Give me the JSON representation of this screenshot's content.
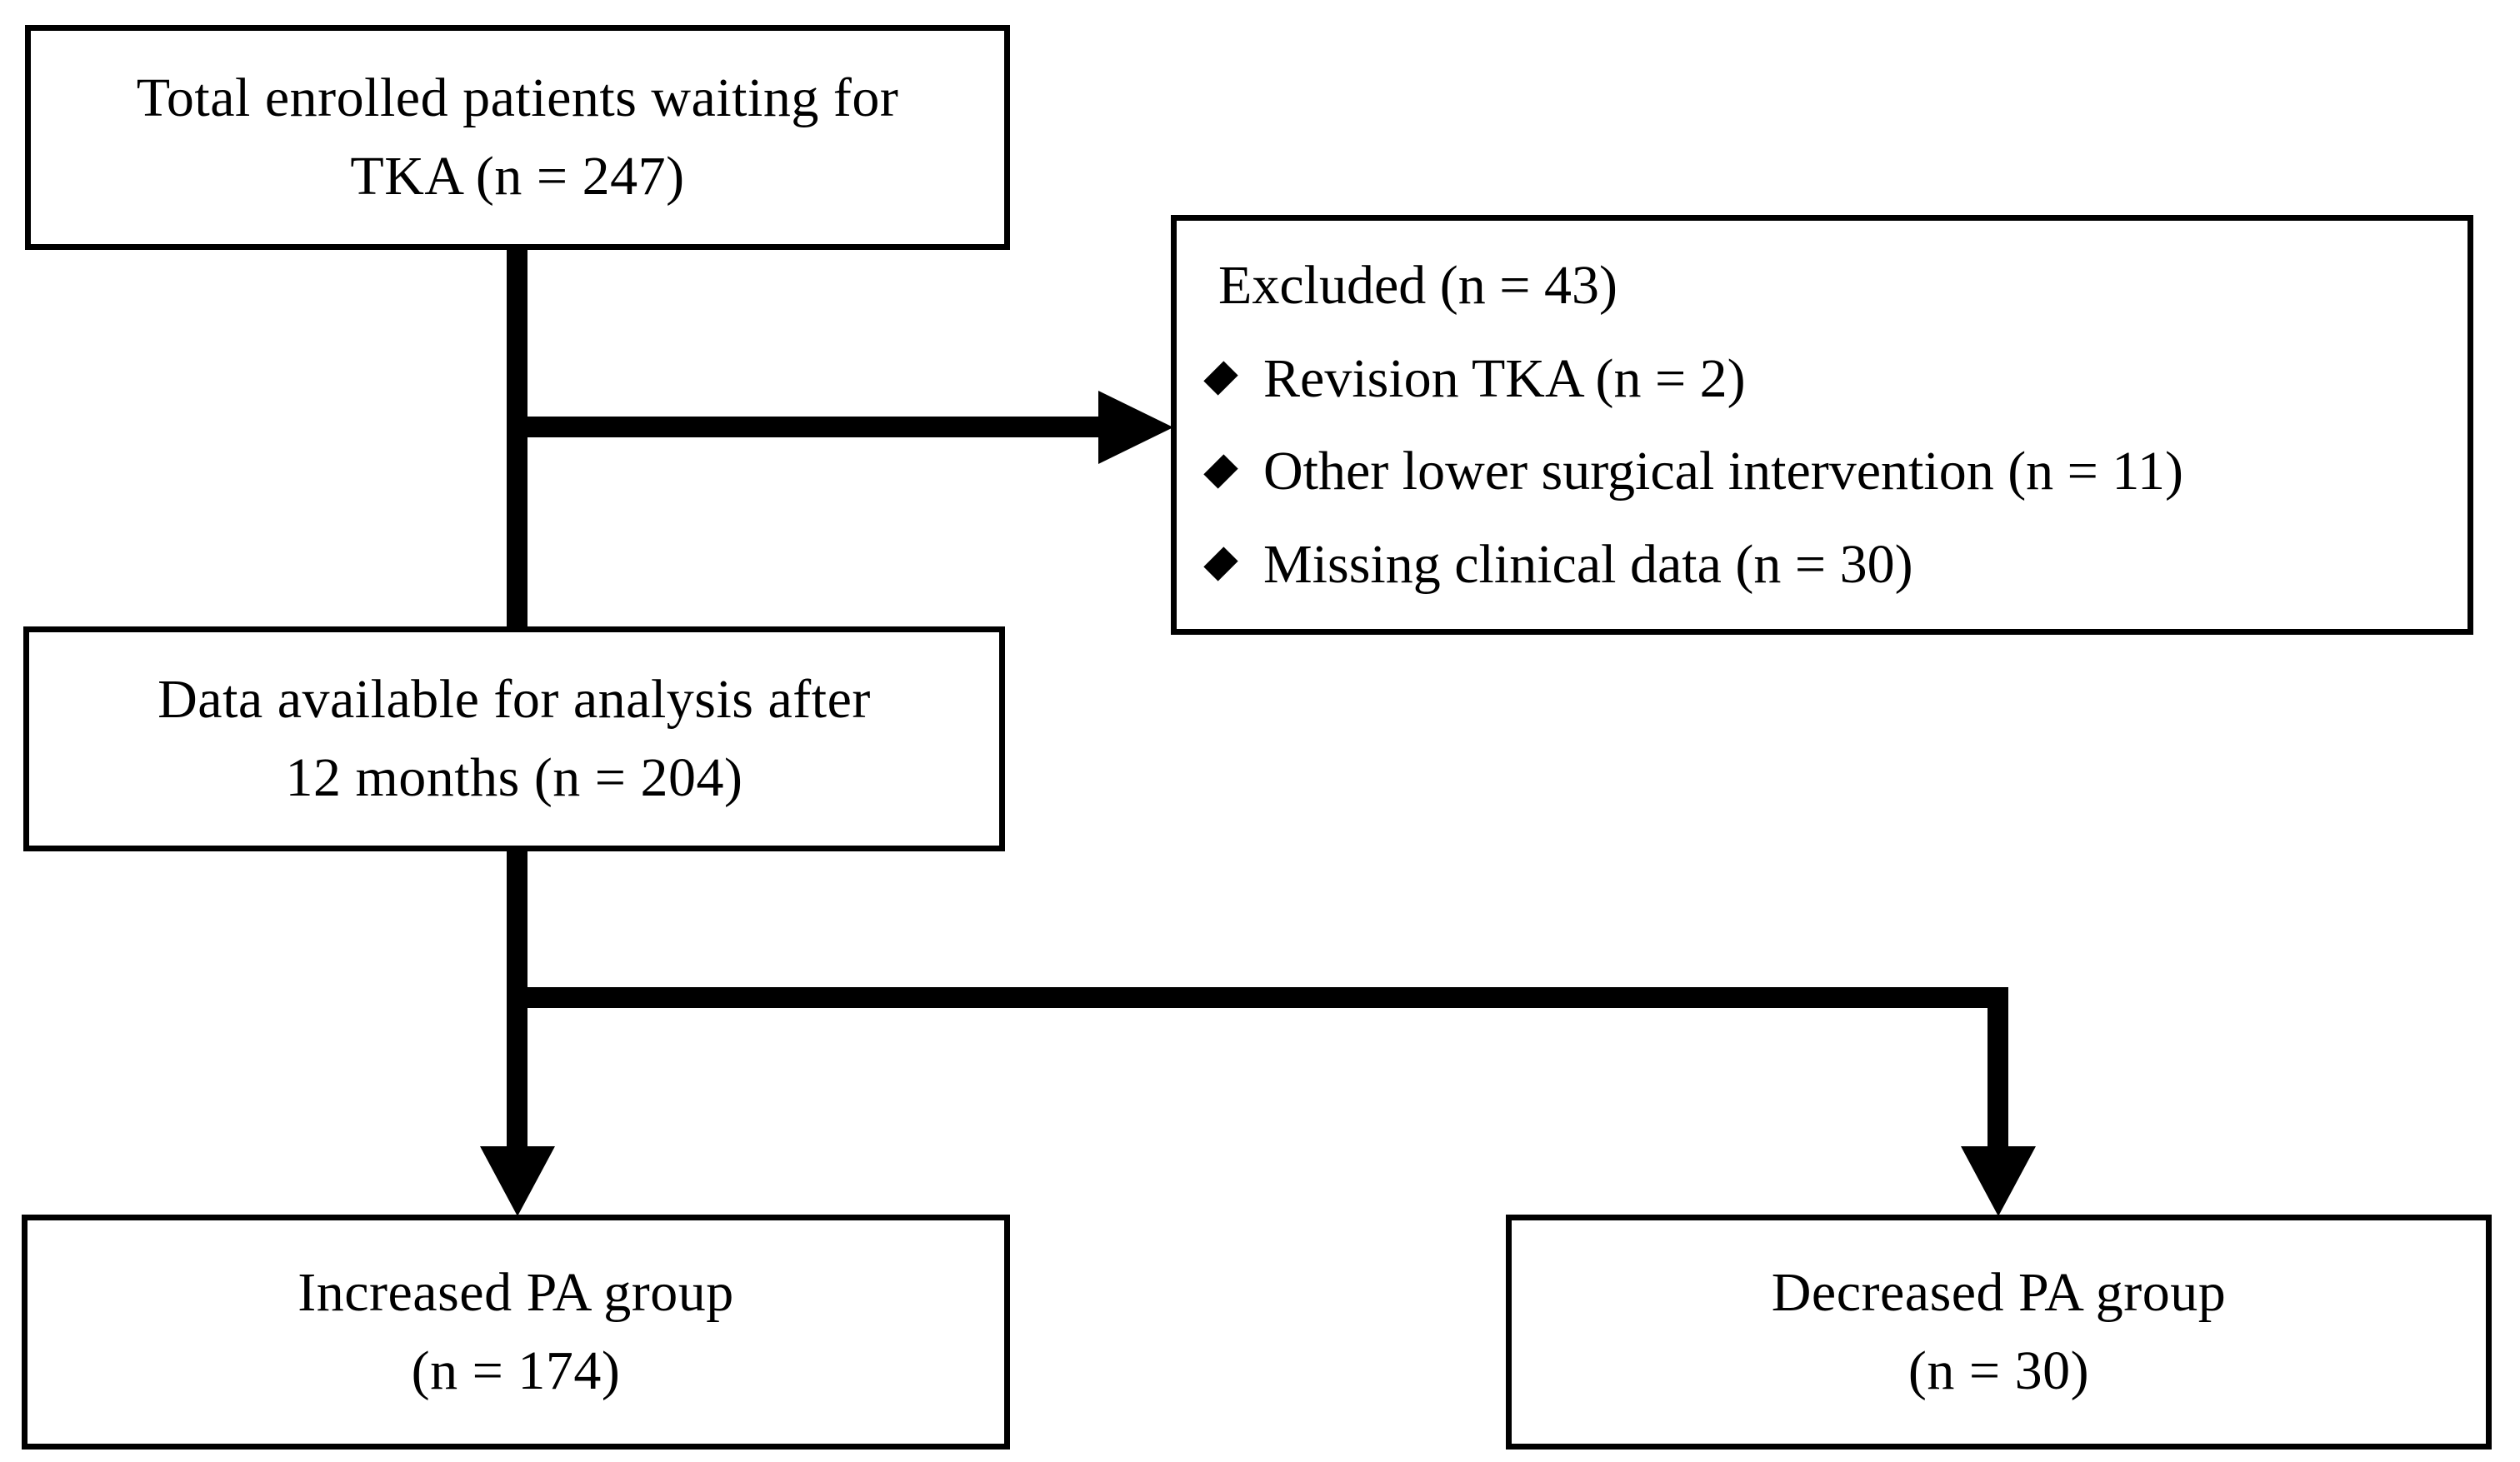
{
  "diagram": {
    "type": "patient-flow-chart",
    "nodes": {
      "total_enrolled": {
        "line1": "Total enrolled patients waiting for",
        "line2": "TKA (n = 247)",
        "n": 247
      },
      "excluded": {
        "heading": "Excluded (n = 43)",
        "n": 43,
        "bullets": [
          {
            "label": "Revision TKA (n = 2)",
            "n": 2
          },
          {
            "label": "Other lower surgical intervention  (n = 11)",
            "n": 11
          },
          {
            "label": "Missing clinical data (n = 30)",
            "n": 30
          }
        ]
      },
      "data_available": {
        "line1": "Data available for analysis after",
        "line2": "12 months  (n = 204)",
        "n": 204
      },
      "increased_pa": {
        "line1": "Increased PA group",
        "line2": "(n = 174)",
        "n": 174
      },
      "decreased_pa": {
        "line1": "Decreased PA group",
        "line2": "(n = 30)",
        "n": 30
      }
    },
    "colors": {
      "stroke": "#000000",
      "fill": "#ffffff",
      "text": "#000000"
    },
    "bullet_glyph": "filled-diamond"
  }
}
